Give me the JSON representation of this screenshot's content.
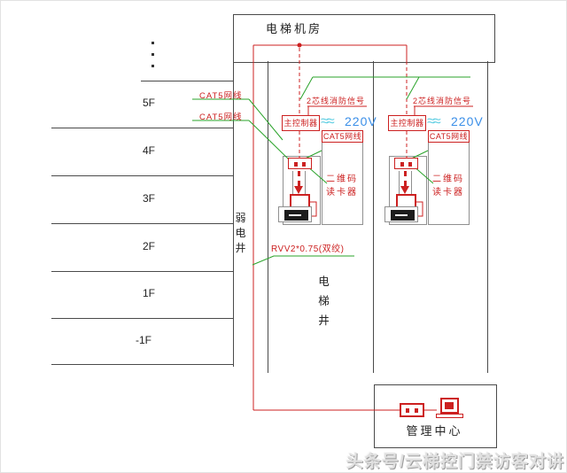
{
  "title": "电梯机房",
  "floors": [
    "5F",
    "4F",
    "3F",
    "2F",
    "1F",
    "-1F"
  ],
  "weak_shaft": "弱电井",
  "elevator_shaft": "电梯井",
  "management": "管理中心",
  "watermark": "头条号/云梯控门禁访客对讲",
  "cables": {
    "cat5_a": "CAT5网线",
    "cat5_b": "CAT5网线",
    "rvv": "RVV2*0.75(双绞)"
  },
  "units": [
    {
      "fire": "2芯线消防信号",
      "controller": "主控制器",
      "wave": "≈≈",
      "voltage": "220V",
      "cat5": "CAT5网线",
      "reader1": "二维码",
      "reader2": "读卡器"
    },
    {
      "fire": "2芯线消防信号",
      "controller": "主控制器",
      "wave": "≈≈",
      "voltage": "220V",
      "cat5": "CAT5网线",
      "reader1": "二维码",
      "reader2": "读卡器"
    }
  ],
  "colors": {
    "red": "#cc2020",
    "green": "#2aa32a",
    "blue": "#3b8fe8",
    "cyan": "#63cfe3",
    "line": "#4a4a4a",
    "gray": "#909090"
  }
}
